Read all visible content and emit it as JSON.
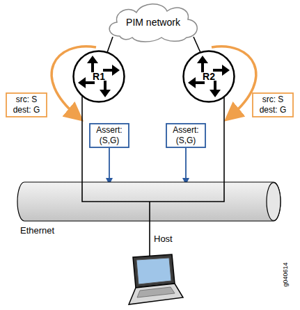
{
  "diagram": {
    "nodes": [
      {
        "text": [
          "PIM network"
        ]
      },
      {
        "text": [
          "R1"
        ]
      },
      {
        "text": [
          "R2"
        ]
      },
      {
        "text": [
          "src: S dest: G"
        ]
      },
      {
        "text": [
          "src: S dest: G"
        ]
      },
      {
        "text": [
          "Assert: (S,G)"
        ]
      },
      {
        "text": [
          "Assert: (S,G)"
        ]
      },
      {
        "text": [
          "Ethernet"
        ]
      },
      {
        "text": [
          "Host"
        ]
      }
    ],
    "edges": [
      {
        "from": 0,
        "to": 1,
        "arrow": "none"
      },
      {
        "from": 0,
        "to": 2,
        "arrow": "none"
      },
      {
        "from": 1,
        "to": 7,
        "arrow": "none"
      },
      {
        "from": 2,
        "to": 7,
        "arrow": "none"
      },
      {
        "from": 5,
        "to": 7,
        "arrow": "to"
      },
      {
        "from": 6,
        "to": 7,
        "arrow": "to"
      },
      {
        "from": 7,
        "to": 8,
        "arrow": "none"
      }
    ],
    "labels": [
      "g040614"
    ]
  }
}
